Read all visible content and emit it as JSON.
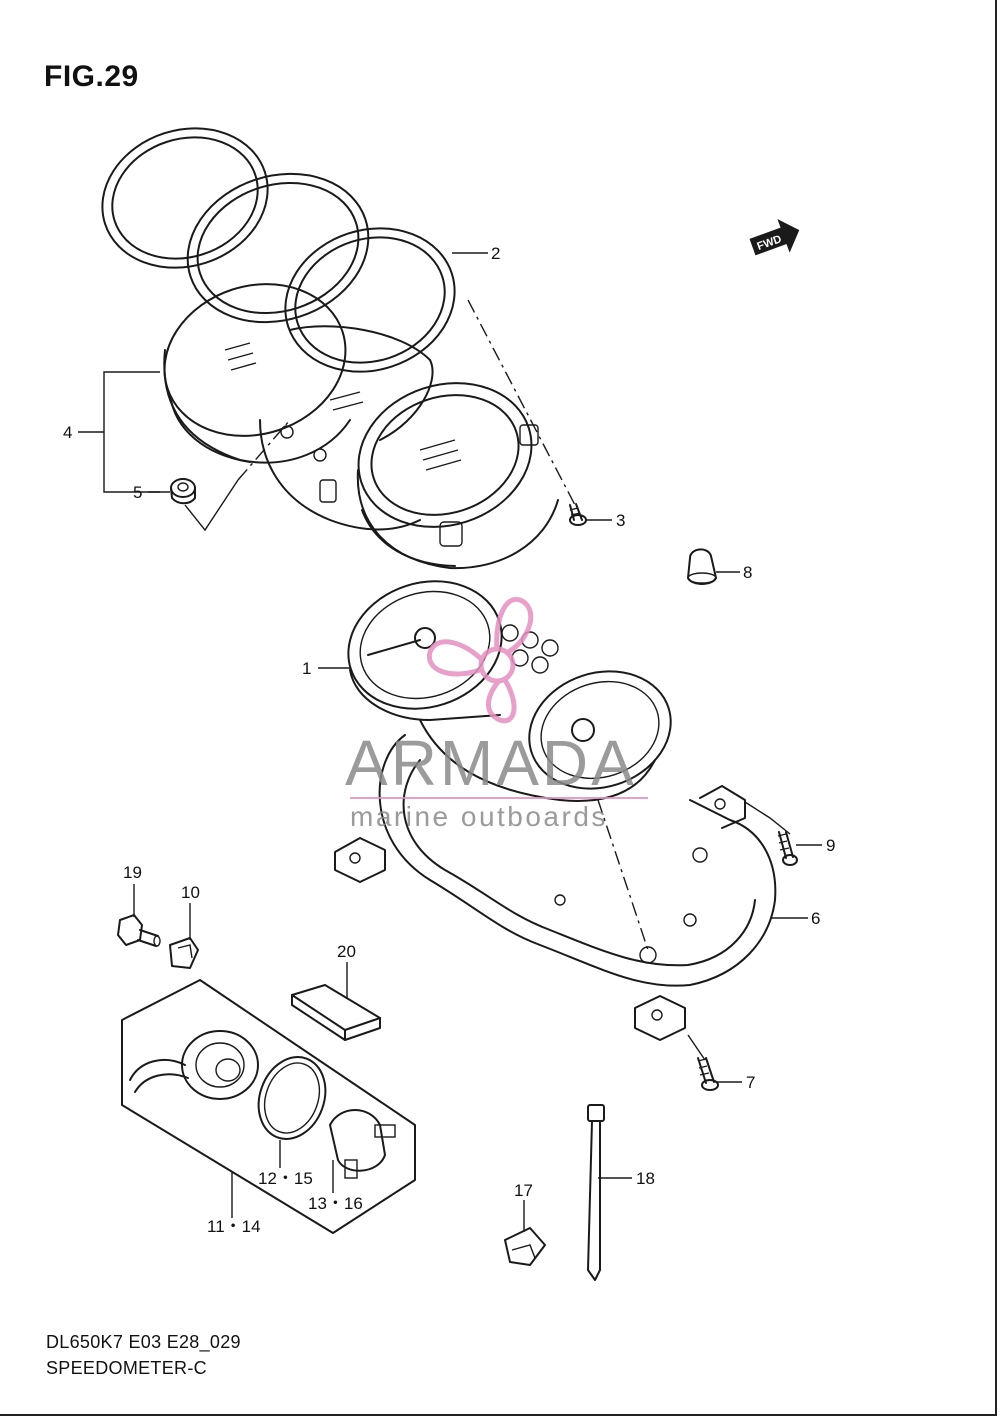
{
  "figure": {
    "title": "FIG.29",
    "code": "DL650K7 E03 E28_029",
    "name": "SPEEDOMETER-C"
  },
  "badge": {
    "text": "FWD"
  },
  "watermark": {
    "brand": "ARMADA",
    "tagline": "marine outboards",
    "logo_color": "#e58fc0",
    "text_color": "#8a8a8a"
  },
  "callouts": {
    "c1": "1",
    "c2": "2",
    "c3": "3",
    "c4": "4",
    "c5": "5",
    "c6": "6",
    "c7": "7",
    "c8": "8",
    "c9": "9",
    "c10": "10",
    "c11_14": "11・14",
    "c12_15": "12・15",
    "c13_16": "13・16",
    "c17": "17",
    "c18": "18",
    "c19": "19",
    "c20": "20"
  }
}
